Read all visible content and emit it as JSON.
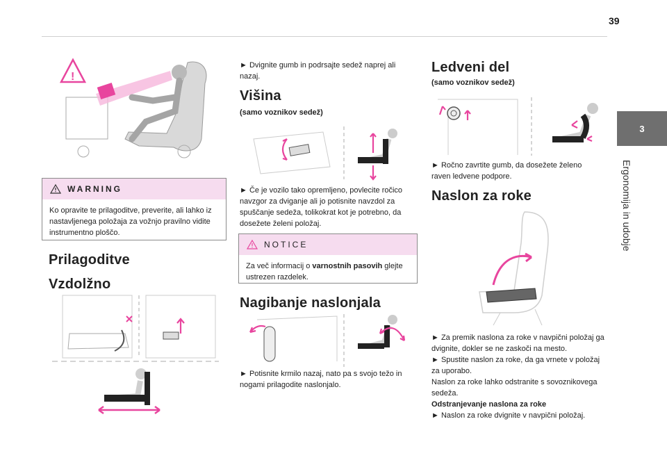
{
  "page": {
    "number": "39"
  },
  "side_tab": {
    "chapter": "3",
    "label": "Ergonomija in udobje"
  },
  "warning": {
    "title": "WARNING",
    "text": "Ko opravite te prilagoditve, preverite, ali lahko iz nastavljenega položaja za vožnjo pravilno vidite instrumentno ploščo."
  },
  "col1": {
    "title": "Prilagoditve",
    "sub_title": "Vzdolžno"
  },
  "col2": {
    "intro": "► Dvignite gumb in podrsajte sedež naprej ali nazaj.",
    "visina": {
      "title": "Višina",
      "subtitle": "(samo voznikov sedež)",
      "text": "► Če je vozilo tako opremljeno, povlecite ročico navzgor za dviganje ali jo potisnite navzdol za spuščanje sedeža, tolikokrat kot je potrebno, da dosežete želeni položaj."
    },
    "notice": {
      "title": "NOTICE",
      "text_pre": "Za več informacij o ",
      "text_bold": "varnostnih pasovih",
      "text_post": " glejte ustrezen razdelek."
    },
    "nagibanje": {
      "title": "Nagibanje naslonjala",
      "text": "► Potisnite krmilo nazaj, nato pa s svojo težo in nogami prilagodite naslonjalo."
    }
  },
  "col3": {
    "ledveni": {
      "title": "Ledveni del",
      "subtitle": "(samo voznikov sedež)",
      "text": "► Ročno zavrtite gumb, da dosežete želeno raven ledvene podpore."
    },
    "naslon": {
      "title": "Naslon za roke",
      "p1": "► Za premik naslona za roke v navpični položaj ga dvignite, dokler se ne zaskoči na mesto.",
      "p2": "► Spustite naslon za roke, da ga vrnete v položaj za uporabo.",
      "p3": "Naslon za roke lahko odstranite s sovoznikovega sedeža.",
      "p4": "Odstranjevanje naslona za roke",
      "p5": "► Naslon za roke dvignite v navpični položaj."
    }
  },
  "colors": {
    "accent": "#e8459e",
    "box_bg": "#f6dcef",
    "tab": "#6f6f6f"
  }
}
